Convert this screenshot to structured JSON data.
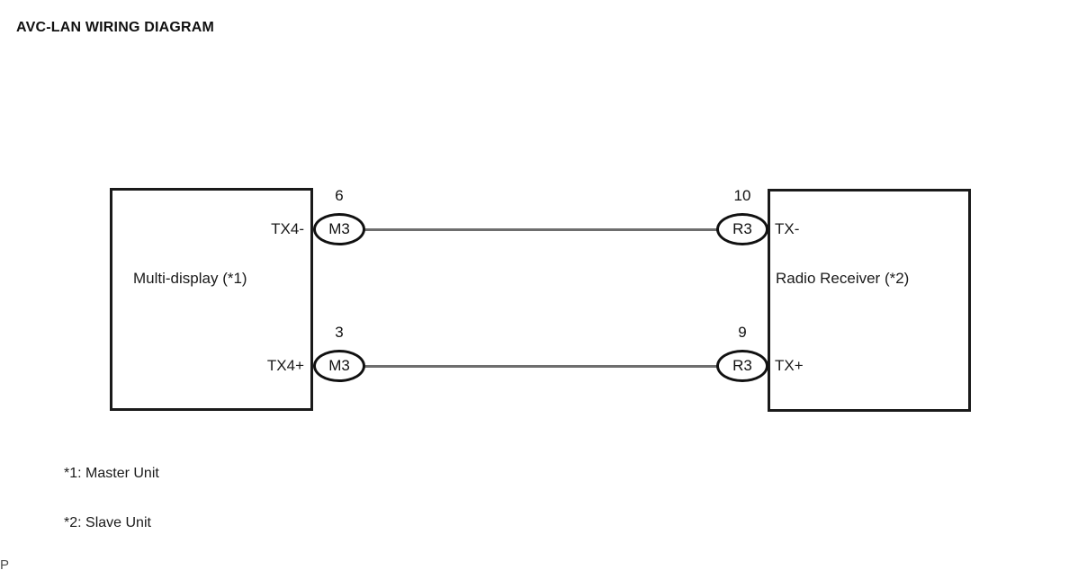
{
  "page": {
    "title": "AVC-LAN WIRING DIAGRAM",
    "figure_code": "P"
  },
  "diagram": {
    "type": "wiring-diagram",
    "units": [
      {
        "id": "multi-display",
        "caption": "Multi-display (*1)",
        "side": "left"
      },
      {
        "id": "radio-receiver",
        "caption": "Radio Receiver (*2)",
        "side": "right"
      }
    ],
    "connections": [
      {
        "id": "tx-minus-link",
        "left": {
          "terminal": "TX4-",
          "connector": "M3",
          "pin": "6"
        },
        "right": {
          "terminal": "TX-",
          "connector": "R3",
          "pin": "10"
        },
        "wire_color": "#6e6e6e"
      },
      {
        "id": "tx-plus-link",
        "left": {
          "terminal": "TX4+",
          "connector": "M3",
          "pin": "3"
        },
        "right": {
          "terminal": "TX+",
          "connector": "R3",
          "pin": "9"
        },
        "wire_color": "#6e6e6e"
      }
    ]
  },
  "footnotes": [
    "*1: Master Unit",
    "*2: Slave Unit"
  ],
  "colors": {
    "ink": "#1a1a1a",
    "box_border": "#1a1a1a",
    "wire": "#6e6e6e",
    "background": "#ffffff"
  }
}
